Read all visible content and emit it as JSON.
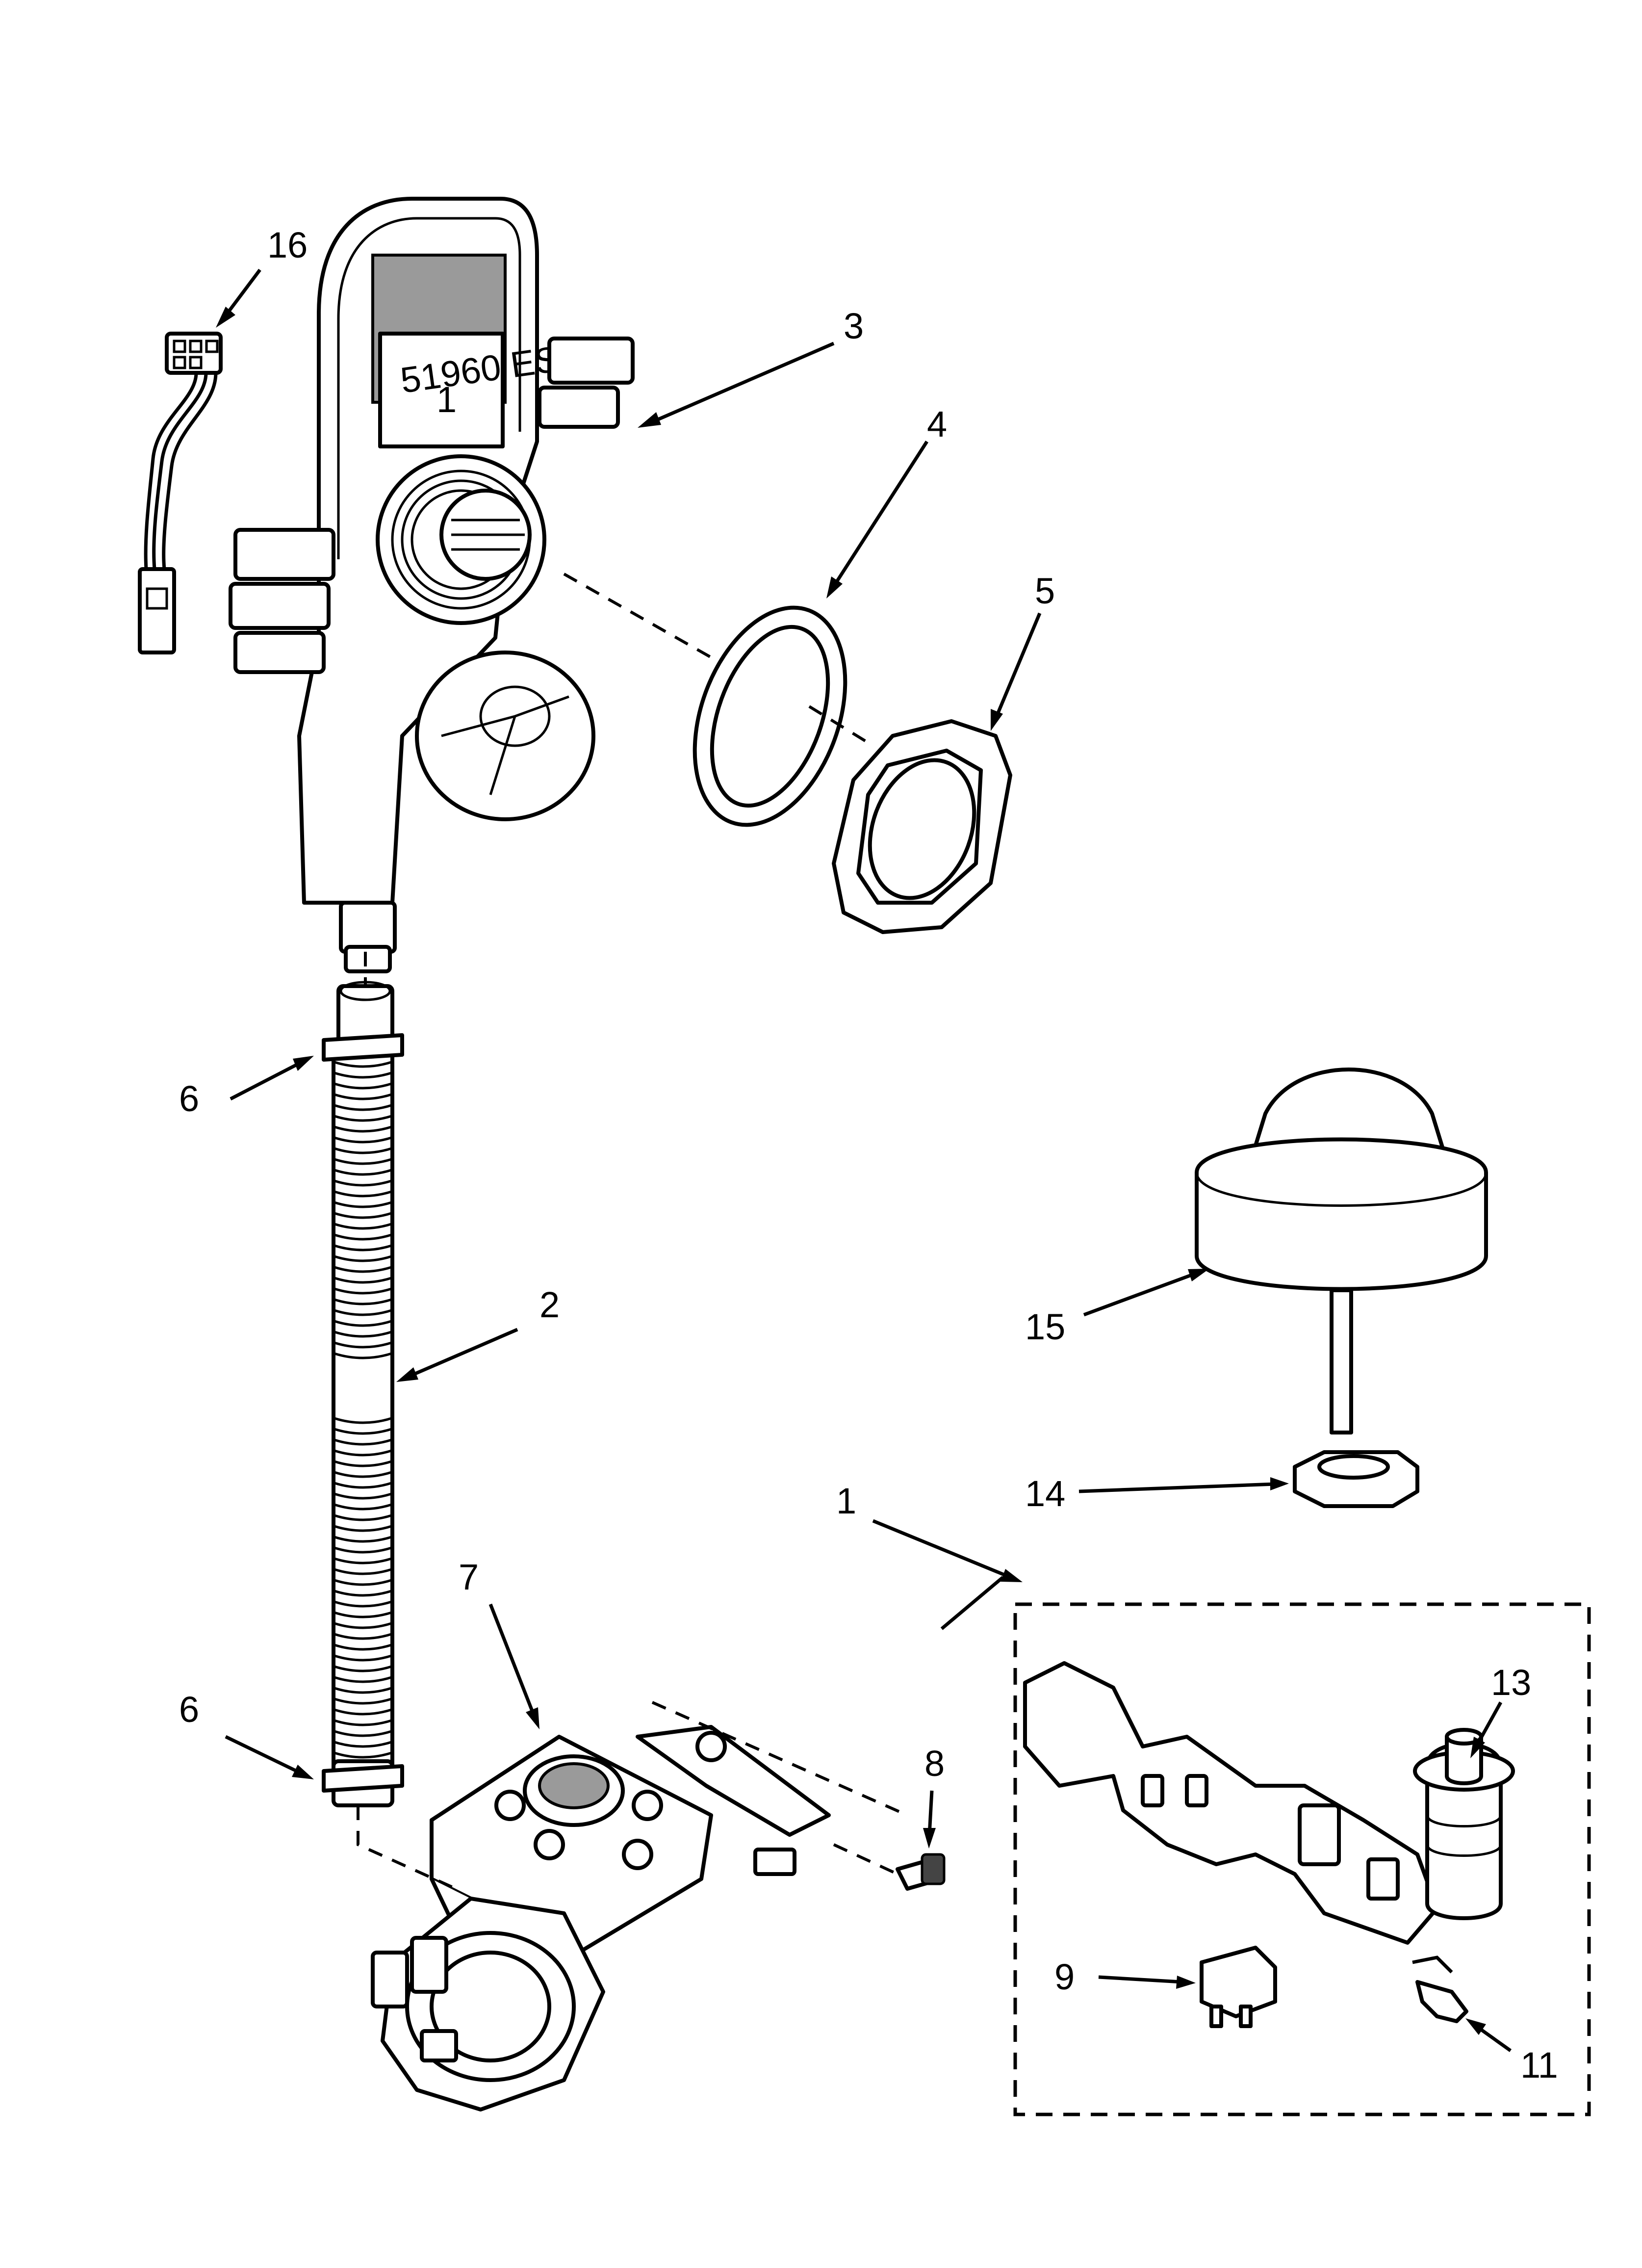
{
  "diagram": {
    "stamp_line1": "51960 ES",
    "stamp_line2": "1",
    "labels": [
      {
        "id": "1",
        "text": "1"
      },
      {
        "id": "2",
        "text": "2"
      },
      {
        "id": "3",
        "text": "3"
      },
      {
        "id": "4",
        "text": "4"
      },
      {
        "id": "5",
        "text": "5"
      },
      {
        "id": "6a",
        "text": "6"
      },
      {
        "id": "6b",
        "text": "6"
      },
      {
        "id": "7",
        "text": "7"
      },
      {
        "id": "8",
        "text": "8"
      },
      {
        "id": "9",
        "text": "9"
      },
      {
        "id": "11",
        "text": "11"
      },
      {
        "id": "13",
        "text": "13"
      },
      {
        "id": "14",
        "text": "14"
      },
      {
        "id": "15",
        "text": "15"
      },
      {
        "id": "16",
        "text": "16"
      }
    ]
  }
}
